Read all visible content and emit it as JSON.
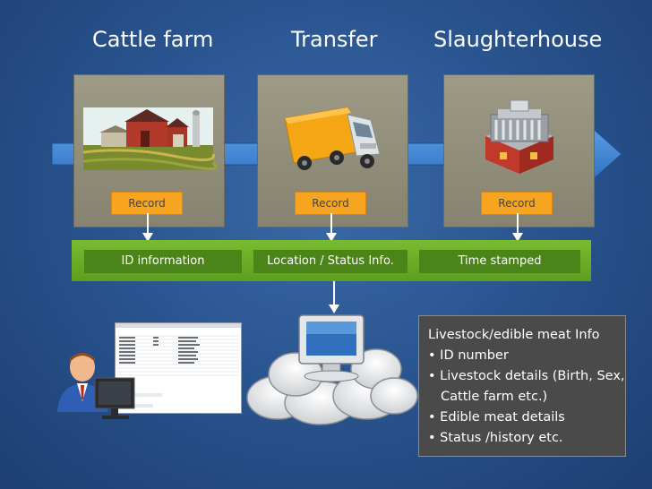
{
  "stages": [
    {
      "title": "Cattle farm",
      "record_label": "Record",
      "info": "ID information"
    },
    {
      "title": "Transfer",
      "record_label": "Record",
      "info": "Location / Status Info."
    },
    {
      "title": "Slaughterhouse",
      "record_label": "Record",
      "info": "Time stamped"
    }
  ],
  "info_box": {
    "header": "Livestock/edible meat Info",
    "items": [
      "• ID number",
      "• Livestock details (Birth, Sex, Cattle farm etc.)",
      "• Edible meat details",
      "• Status /history etc."
    ]
  },
  "colors": {
    "background": "#2a5590",
    "record": "#f7a520",
    "data_bar": "#6aa820",
    "info_cell": "#4b8418",
    "info_box": "#4a4a4a"
  },
  "icons": [
    "farm-icon",
    "truck-icon",
    "factory-icon",
    "user-icon",
    "computer-icon",
    "cloud-icon",
    "monitor-icon"
  ]
}
